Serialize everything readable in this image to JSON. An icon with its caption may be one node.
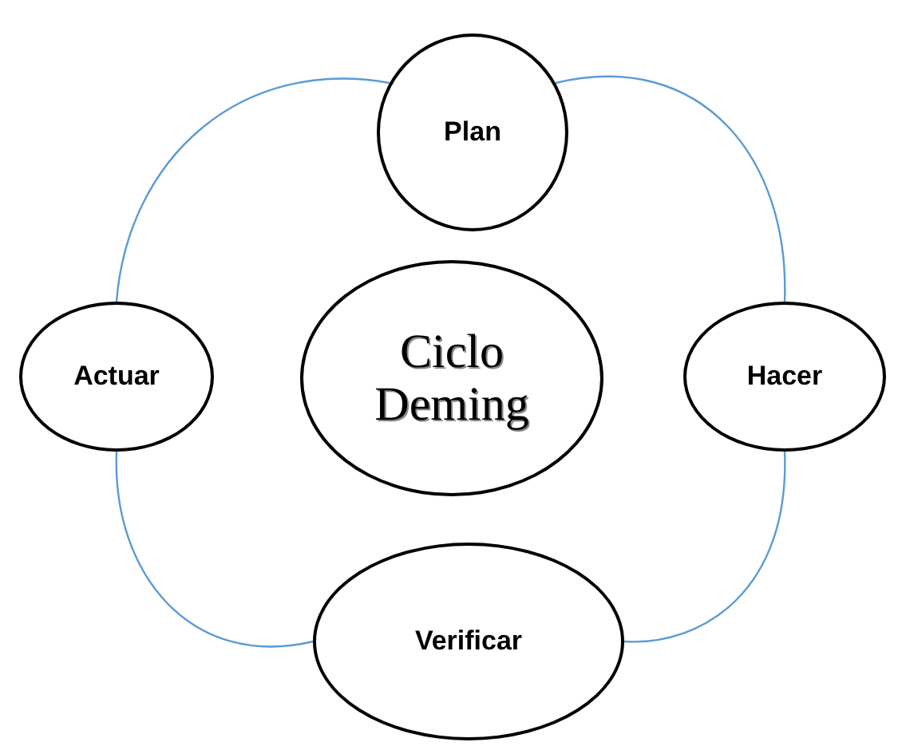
{
  "diagram": {
    "nodes": [
      {
        "text": [
          "Plan"
        ]
      },
      {
        "text": [
          "Ciclo Deming"
        ]
      },
      {
        "text": [
          "Actuar"
        ]
      },
      {
        "text": [
          "Hacer"
        ]
      },
      {
        "text": [
          "Verificar"
        ]
      }
    ],
    "edges": [
      {
        "from": 0,
        "to": 3,
        "arrow": "none"
      },
      {
        "from": 3,
        "to": 4,
        "arrow": "none"
      },
      {
        "from": 4,
        "to": 2,
        "arrow": "none"
      },
      {
        "from": 2,
        "to": 0,
        "arrow": "none"
      }
    ]
  }
}
